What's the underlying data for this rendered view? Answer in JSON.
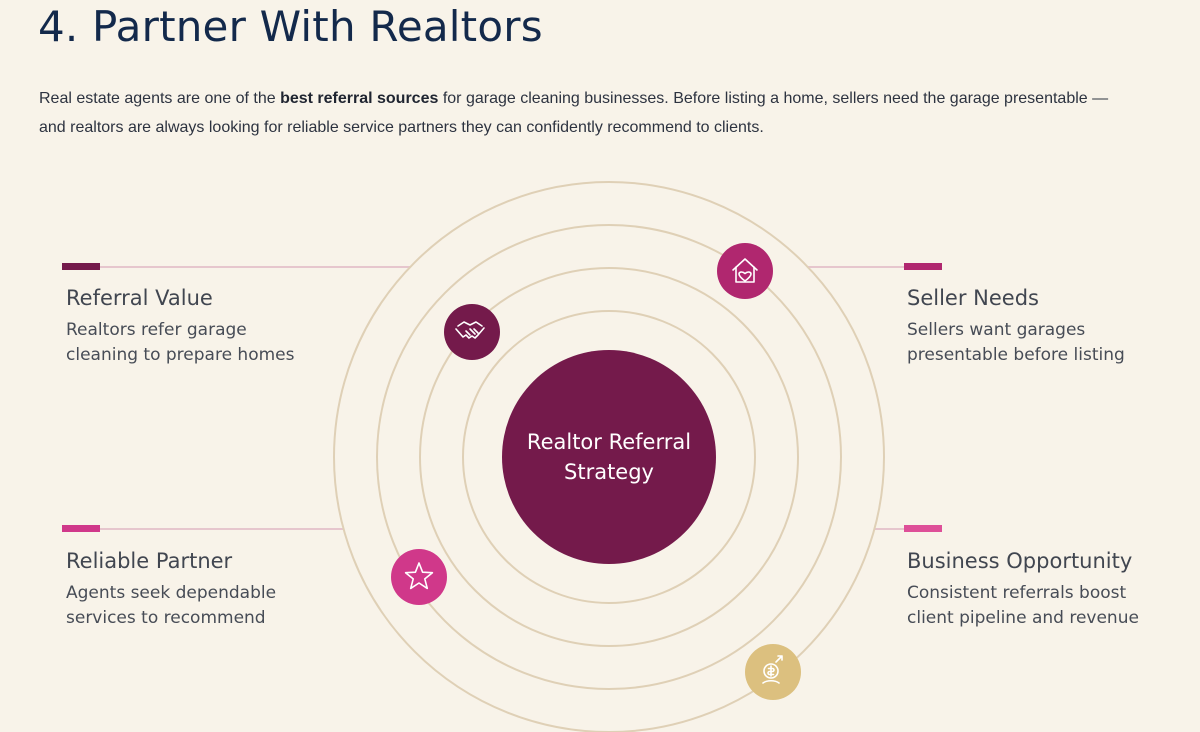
{
  "heading": "4. Partner With Realtors",
  "intro": {
    "before": "Real estate agents are one of the ",
    "bold": "best referral sources",
    "after": " for garage cleaning businesses. Before listing a home, sellers need the garage presentable — and realtors are always looking for reliable service partners they can confidently recommend to clients."
  },
  "center": {
    "label": "Realtor Referral Strategy"
  },
  "items": [
    {
      "title": "Referral Value",
      "desc": "Realtors refer garage cleaning to prepare homes",
      "icon": "handshake-icon",
      "color": "#741a4b"
    },
    {
      "title": "Seller Needs",
      "desc": "Sellers want garages presentable before listing",
      "icon": "house-heart-icon",
      "color": "#b0276f"
    },
    {
      "title": "Reliable Partner",
      "desc": "Agents seek dependable services to recommend",
      "icon": "star-icon",
      "color": "#d0388a"
    },
    {
      "title": "Business Opportunity",
      "desc": "Consistent referrals boost client pipeline and revenue",
      "icon": "money-growth-icon",
      "color": "#dcc07f"
    }
  ],
  "colors": {
    "background": "#f8f3e9",
    "heading": "#13294b",
    "center": "#741a4b",
    "ring": "#dfd0b6",
    "connector": "#e6c6cd"
  }
}
